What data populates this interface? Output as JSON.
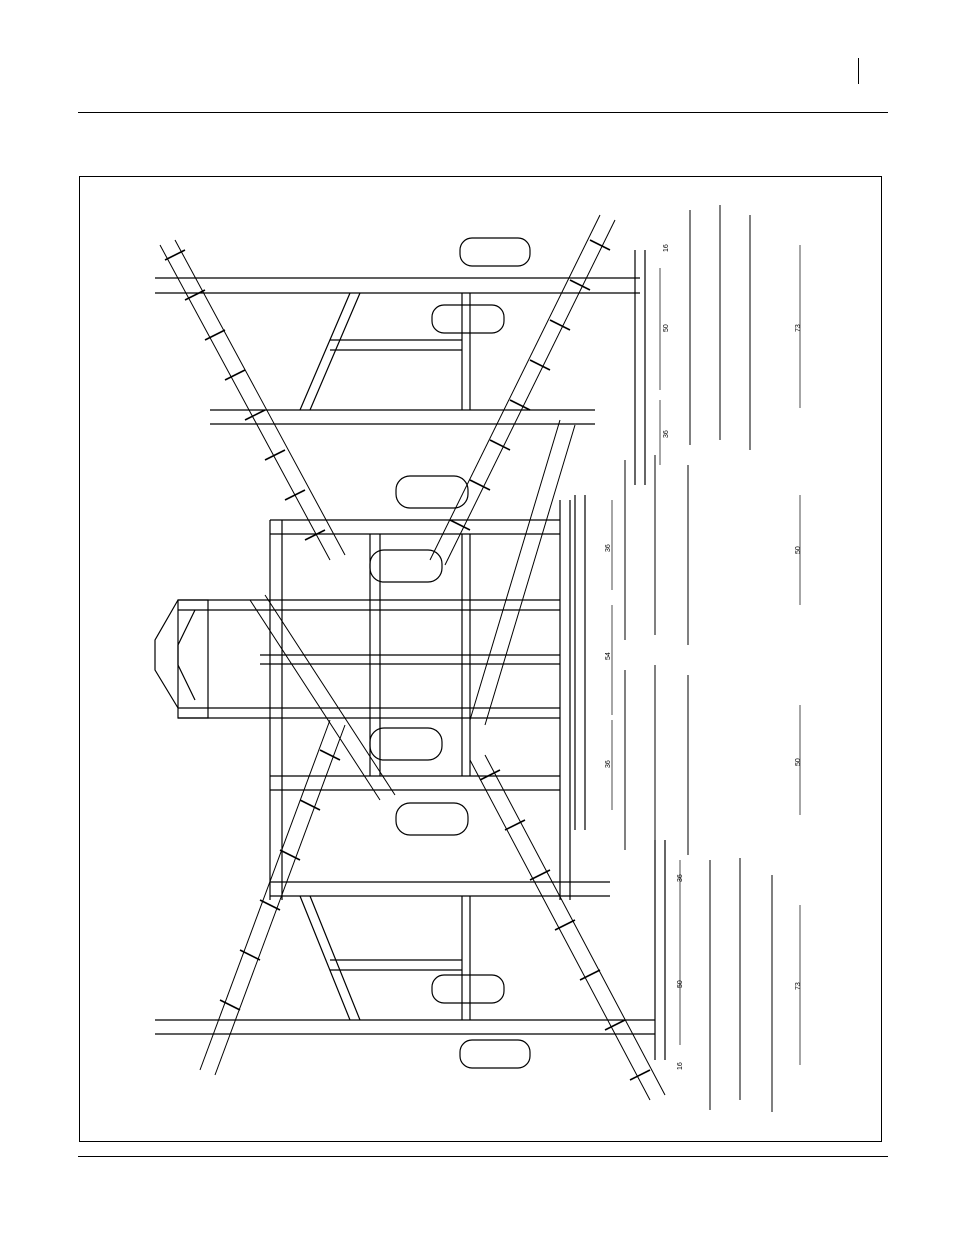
{
  "drawing": {
    "dimensions": {
      "top_group": {
        "a": "16",
        "b": "50",
        "c": "73",
        "d": "36"
      },
      "mid_upper": {
        "a": "36",
        "b": "50"
      },
      "center": {
        "a": "54"
      },
      "mid_lower": {
        "a": "36",
        "b": "50"
      },
      "bottom_group": {
        "a": "36",
        "b": "50",
        "c": "73",
        "d": "16"
      }
    }
  }
}
